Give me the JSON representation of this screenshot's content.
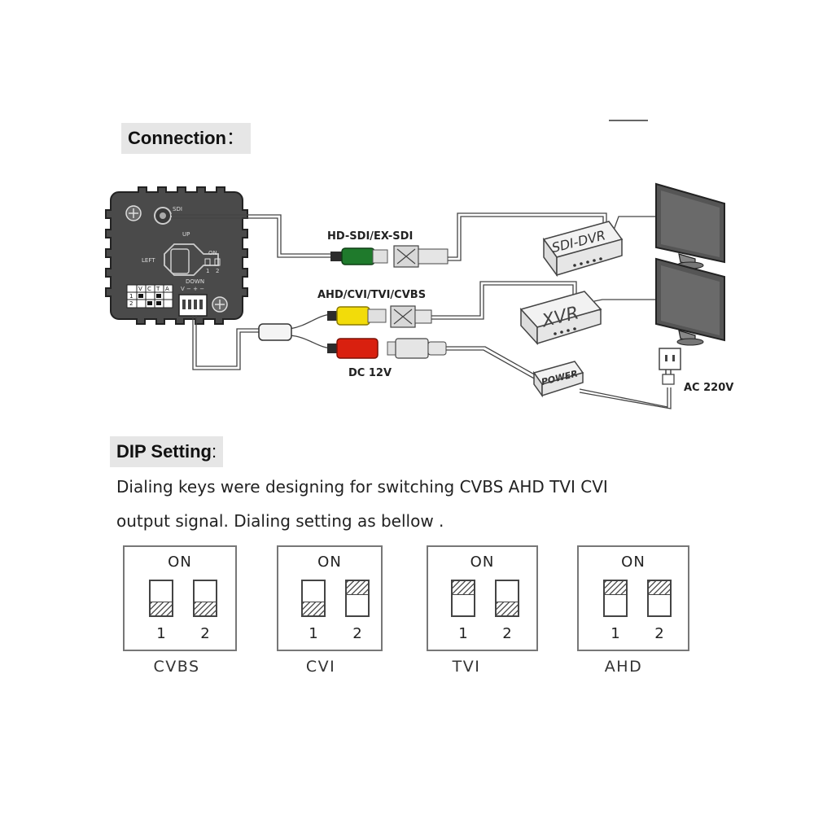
{
  "connection": {
    "heading": "Connection",
    "heading_suffix": "：",
    "device_labels": {
      "sdi": "SDI",
      "up": "UP",
      "left": "LEFT",
      "on": "ON",
      "switch_1": "1",
      "switch_2": "2",
      "down": "DOWN",
      "down_keys": "V  −  +  −",
      "grid_header": [
        "V",
        "C",
        "T",
        "A"
      ],
      "grid_row_1": "1",
      "grid_row_2": "2"
    },
    "cable_labels": {
      "hd_sdi": "HD-SDI/EX-SDI",
      "ahd_cvi": "AHD/CVI/TVI/CVBS",
      "dc": "DC 12V",
      "ac": "AC 220V"
    },
    "boxes": {
      "sdi_dvr": "SDI-DVR",
      "xvr": "XVR",
      "power": "POWER"
    },
    "colors": {
      "green_plug": "#1f7a2c",
      "yellow_plug": "#f2dc0a",
      "red_plug": "#d9200f",
      "device": "#4a4a4a"
    }
  },
  "dip": {
    "heading": "DIP Setting",
    "heading_suffix": ":",
    "line1": "Dialing keys were designing for switching CVBS AHD TVI CVI",
    "line2": "output signal. Dialing setting as bellow .",
    "on_label": "ON",
    "num1": "1",
    "num2": "2",
    "configs": [
      {
        "name": "CVBS",
        "switch1": "down",
        "switch2": "down"
      },
      {
        "name": "CVI",
        "switch1": "down",
        "switch2": "up"
      },
      {
        "name": "TVI",
        "switch1": "up",
        "switch2": "down"
      },
      {
        "name": "AHD",
        "switch1": "up",
        "switch2": "up"
      }
    ]
  }
}
